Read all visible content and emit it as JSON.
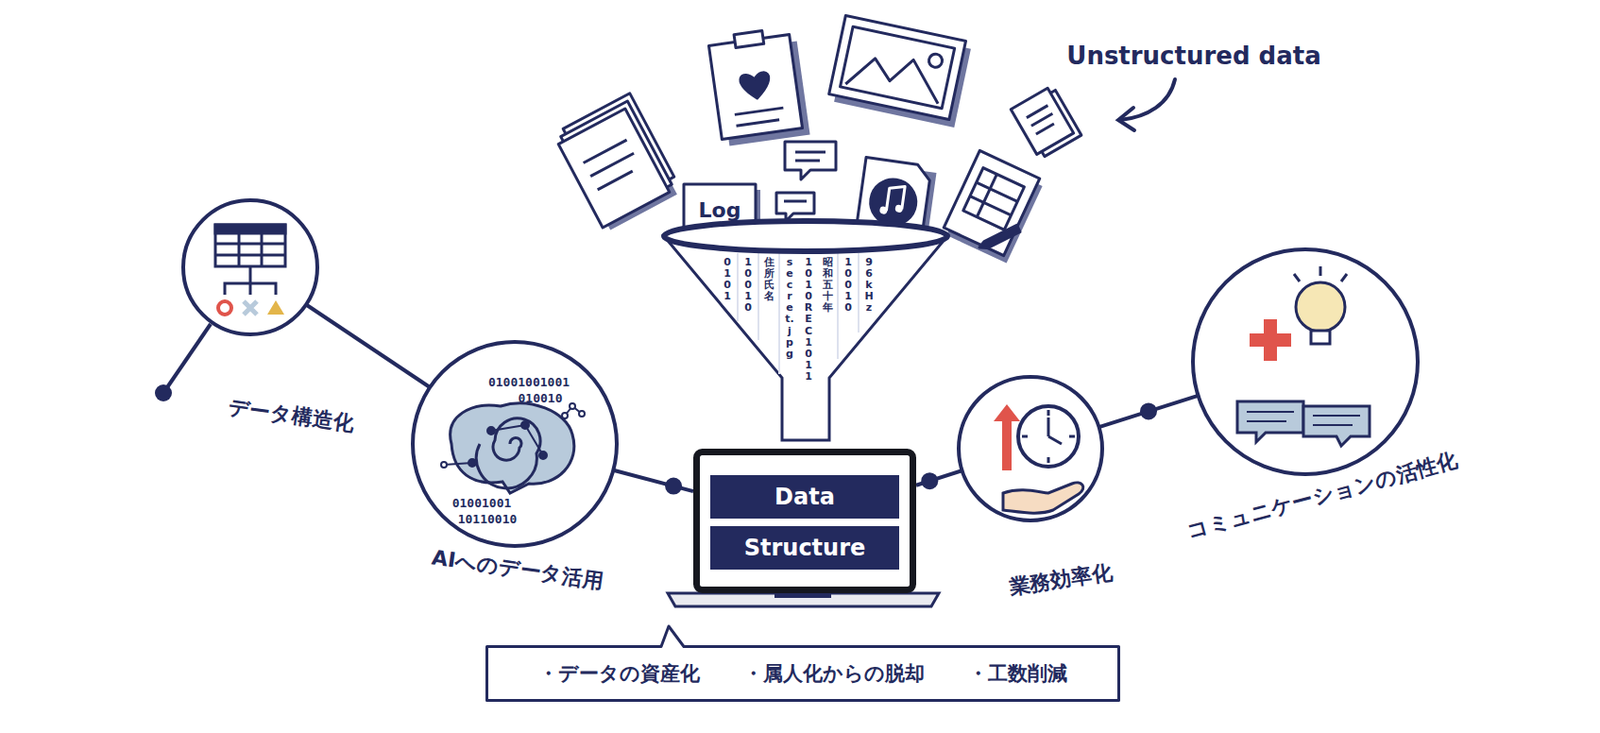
{
  "diagram": {
    "nodes": [
      {
        "text": [
          "データ構造化"
        ]
      },
      {
        "text": [
          "AIへのデータ活用"
        ]
      },
      {
        "text": [
          "Data",
          "Structure"
        ]
      },
      {
        "text": [
          "業務効率化"
        ]
      },
      {
        "text": [
          "コミュニケーションの活性化"
        ]
      },
      {
        "text": [
          "・データの資産化",
          "・属人化からの脱却",
          "・工数削減"
        ]
      }
    ],
    "edges": [
      {
        "from": 0,
        "to": 1,
        "arrow": "none"
      },
      {
        "from": 1,
        "to": 2,
        "arrow": "none"
      },
      {
        "from": 2,
        "to": 3,
        "arrow": "none"
      },
      {
        "from": 3,
        "to": 4,
        "arrow": "none"
      }
    ],
    "labels": [
      "Unstructured data",
      "Log",
      "0101",
      "10010",
      "住所 氏名",
      "secret.jpg",
      "1010 REC 1011",
      "昭和五十年",
      "10010",
      "96kHz",
      "01001001001",
      "010010",
      "01001001",
      "10110010"
    ]
  }
}
